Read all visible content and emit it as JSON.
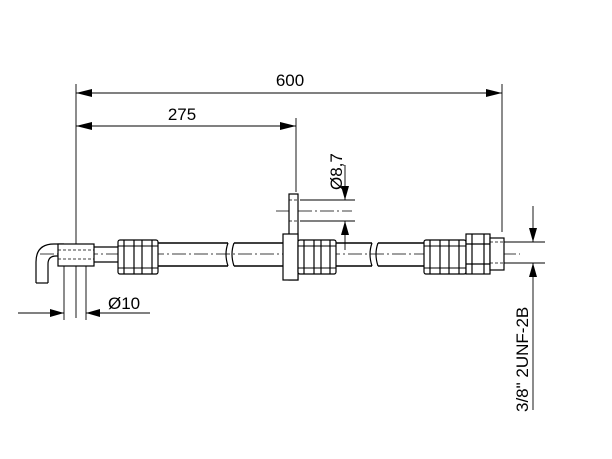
{
  "dimensions": {
    "overall_length": "600",
    "bracket_position": "275",
    "bracket_hole_diameter": "Ø8,7",
    "end_fitting_diameter": "Ø10",
    "thread_spec": "3/8\" 2UNF-2B"
  }
}
